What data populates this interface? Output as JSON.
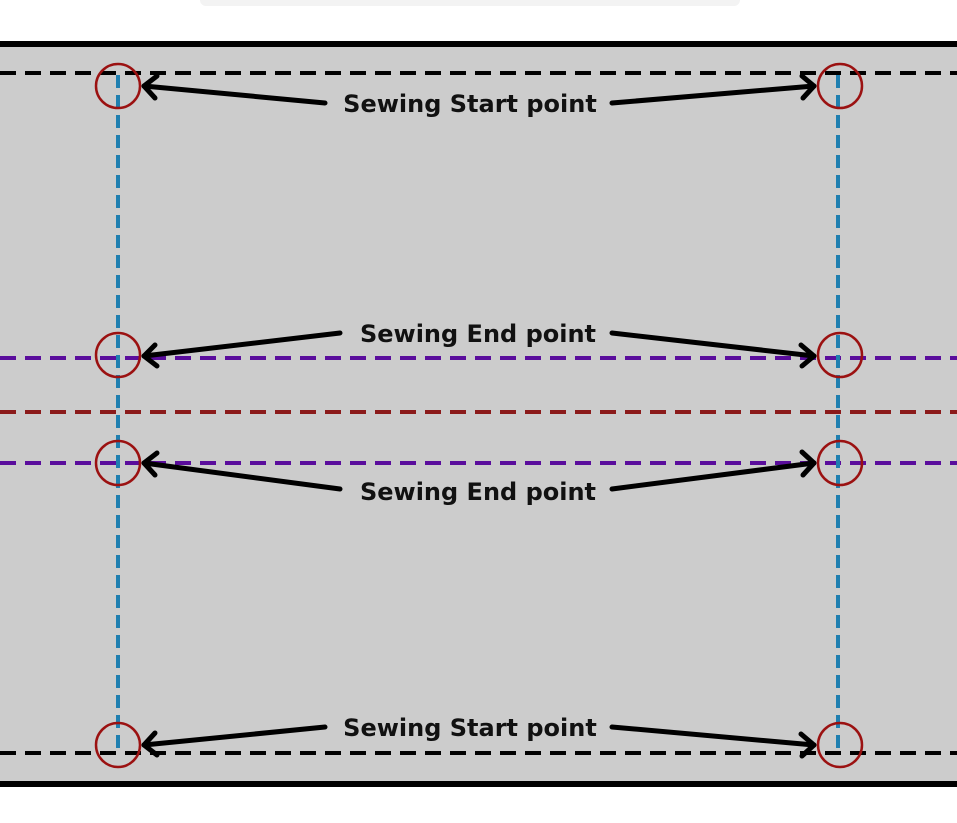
{
  "labels": {
    "top": "Sewing Start point",
    "upper_middle": "Sewing End point",
    "lower_middle": "Sewing End point",
    "bottom": "Sewing Start point"
  },
  "colors": {
    "fabric": "#cccccc",
    "border": "#000000",
    "start_line": "#000000",
    "end_line": "#5a0d9c",
    "center_line": "#8b1a1a",
    "seam_line": "#1f7fb0",
    "marker": "#9b1111",
    "arrow": "#000000"
  }
}
